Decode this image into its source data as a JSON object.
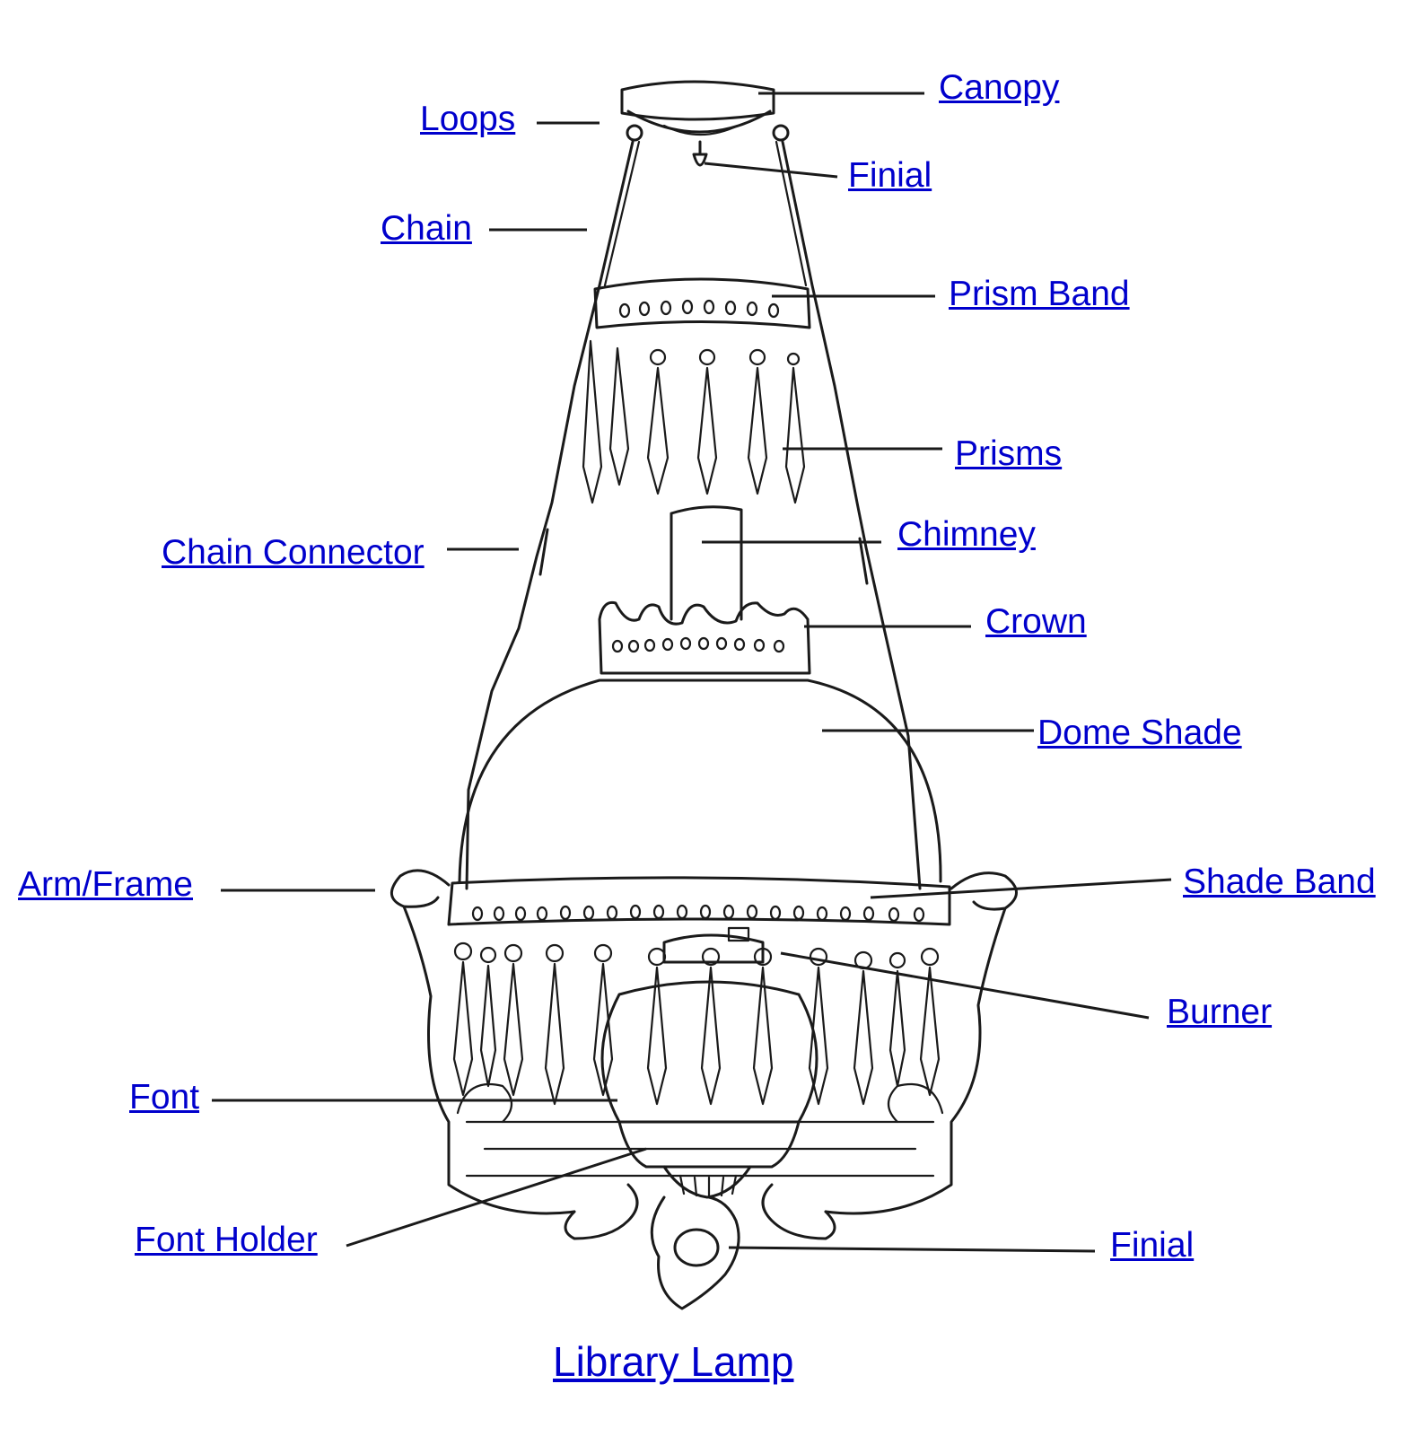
{
  "labels": {
    "canopy": "Canopy",
    "loops": "Loops",
    "finial_top": "Finial",
    "chain": "Chain",
    "prism_band": "Prism Band",
    "prisms": "Prisms",
    "chain_connector": "Chain Connector",
    "chimney": "Chimney",
    "crown": "Crown",
    "dome_shade": "Dome Shade",
    "arm_frame": "Arm/Frame",
    "shade_band": "Shade Band",
    "burner": "Burner",
    "font": "Font",
    "font_holder": "Font Holder",
    "finial_bottom": "Finial"
  },
  "title": "Library Lamp",
  "colors": {
    "link": "#0000cc",
    "ink": "#1a1a1a"
  }
}
